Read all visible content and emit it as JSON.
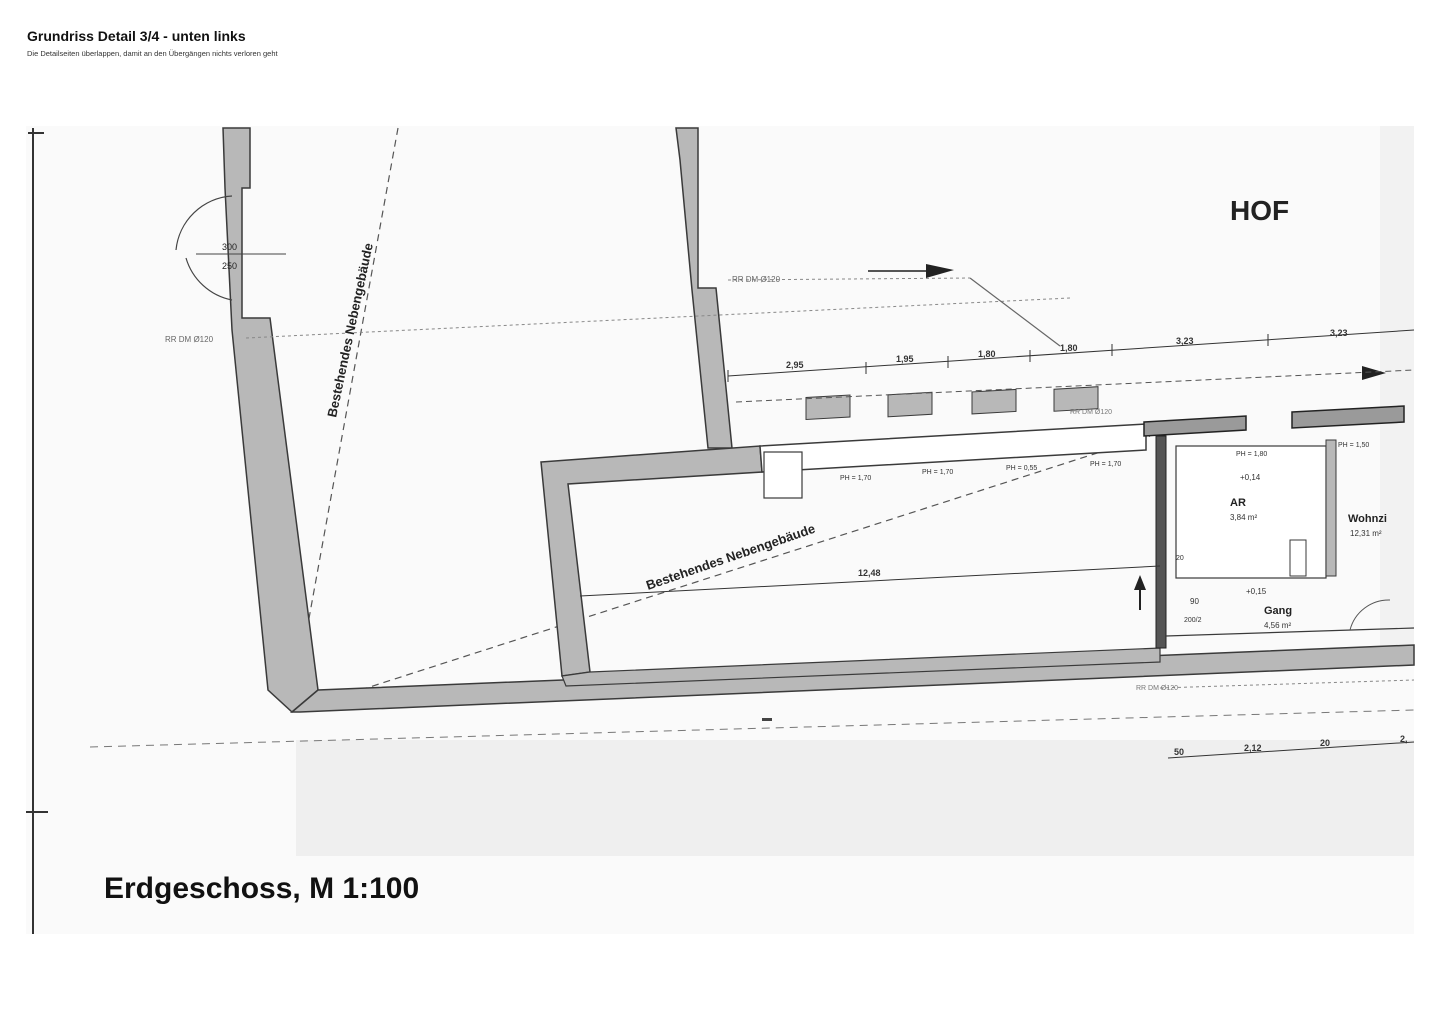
{
  "header": {
    "title": "Grundriss Detail 3/4 - unten links",
    "subtitle": "Die Detailseiten überlappen, damit an den Übergängen nichts verloren geht"
  },
  "plan": {
    "label_hof": "HOF",
    "label_floor": "Erdgeschoss, M 1:100",
    "label_building_1": "Bestehendes Nebengebäude",
    "label_building_2": "Bestehendes Nebengebäude",
    "pipe_1": "RR DM Ø120",
    "pipe_2": "RR DM Ø120",
    "pipe_3": "RR DM Ø120",
    "pipe_4": "RR DM Ø120",
    "door_1": "300",
    "door_2": "250",
    "dim_top": [
      "2,95",
      "1,95",
      "1,80",
      "1,80",
      "3,23",
      "3,23"
    ],
    "dim_long": "12,48",
    "dim_bottom": [
      "50",
      "2,12",
      "20",
      "2,"
    ],
    "parapet": [
      "PH = 1,70",
      "PH = 1,70",
      "PH = 0,55",
      "PH = 1,70",
      "PH = 1,80",
      "PH = 1,50"
    ],
    "room_ar_name": "AR",
    "room_ar_area": "3,84 m²",
    "room_wohn_name": "Wohnzi",
    "room_wohn_area": "12,31 m²",
    "room_gang_name": "Gang",
    "room_gang_area": "4,56 m²",
    "level_1": "+0,14",
    "level_2": "+0,15",
    "misc_90": "90",
    "misc_200": "200/2",
    "misc_20": "20"
  },
  "colors": {
    "wall_fill": "#b8b8b8",
    "wall_stroke": "#3a3a3a",
    "background": "#ffffff",
    "shade": "#efefef"
  }
}
